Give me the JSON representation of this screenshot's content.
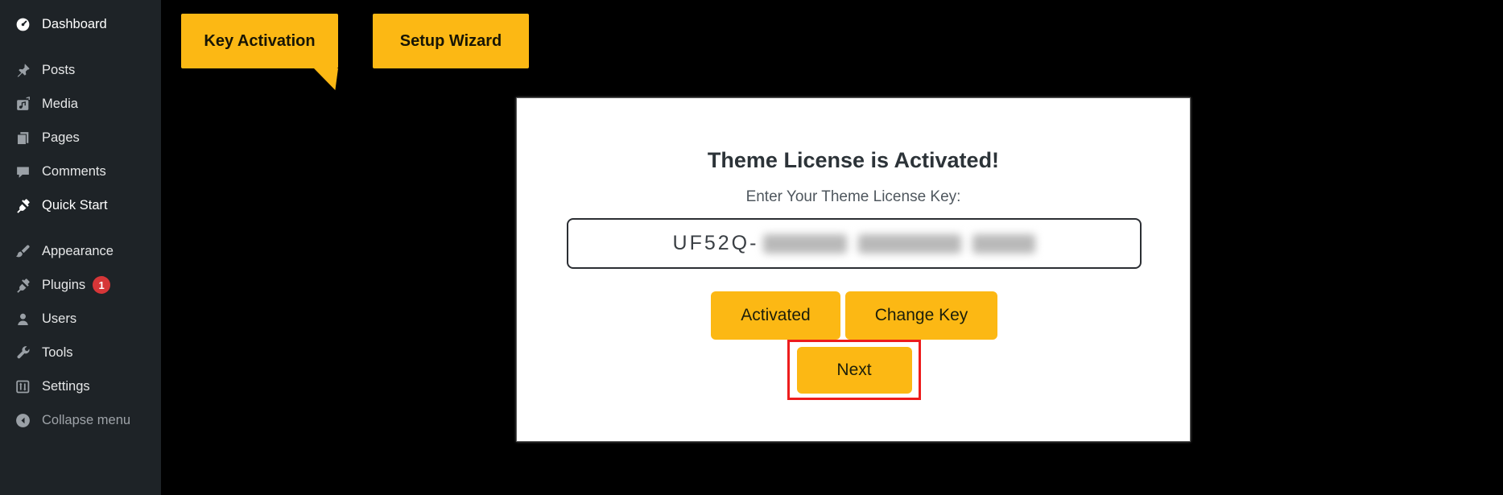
{
  "colors": {
    "accent_yellow": "#fcb814",
    "annotation_red": "#ed1c1c",
    "badge_red": "#d63638",
    "sidebar_bg": "#1e2327",
    "main_bg": "#000000",
    "card_bg": "#ffffff"
  },
  "sidebar": {
    "items": [
      {
        "label": "Dashboard",
        "icon": "dashboard-icon",
        "tone": "white",
        "gap_before": false,
        "badge": null
      },
      {
        "label": "Posts",
        "icon": "pushpin-icon",
        "tone": "normal",
        "gap_before": true,
        "badge": null
      },
      {
        "label": "Media",
        "icon": "media-icon",
        "tone": "normal",
        "gap_before": false,
        "badge": null
      },
      {
        "label": "Pages",
        "icon": "pages-icon",
        "tone": "normal",
        "gap_before": false,
        "badge": null
      },
      {
        "label": "Comments",
        "icon": "comment-icon",
        "tone": "normal",
        "gap_before": false,
        "badge": null
      },
      {
        "label": "Quick Start",
        "icon": "plug-icon",
        "tone": "white",
        "gap_before": false,
        "badge": null
      },
      {
        "label": "Appearance",
        "icon": "brush-icon",
        "tone": "normal",
        "gap_before": true,
        "badge": null
      },
      {
        "label": "Plugins",
        "icon": "plug-icon",
        "tone": "normal",
        "gap_before": false,
        "badge": "1"
      },
      {
        "label": "Users",
        "icon": "user-icon",
        "tone": "normal",
        "gap_before": false,
        "badge": null
      },
      {
        "label": "Tools",
        "icon": "wrench-icon",
        "tone": "normal",
        "gap_before": false,
        "badge": null
      },
      {
        "label": "Settings",
        "icon": "sliders-icon",
        "tone": "normal",
        "gap_before": false,
        "badge": null
      },
      {
        "label": "Collapse menu",
        "icon": "collapse-icon",
        "tone": "dim",
        "gap_before": false,
        "badge": null
      }
    ]
  },
  "tabs": [
    {
      "label": "Key Activation"
    },
    {
      "label": "Setup Wizard"
    }
  ],
  "card": {
    "title": "Theme License is Activated!",
    "subtitle": "Enter Your Theme License Key:",
    "license_key": {
      "visible_value": "UF52Q-",
      "masked": true
    },
    "buttons": {
      "activated": "Activated",
      "change_key": "Change Key",
      "next": "Next"
    }
  }
}
